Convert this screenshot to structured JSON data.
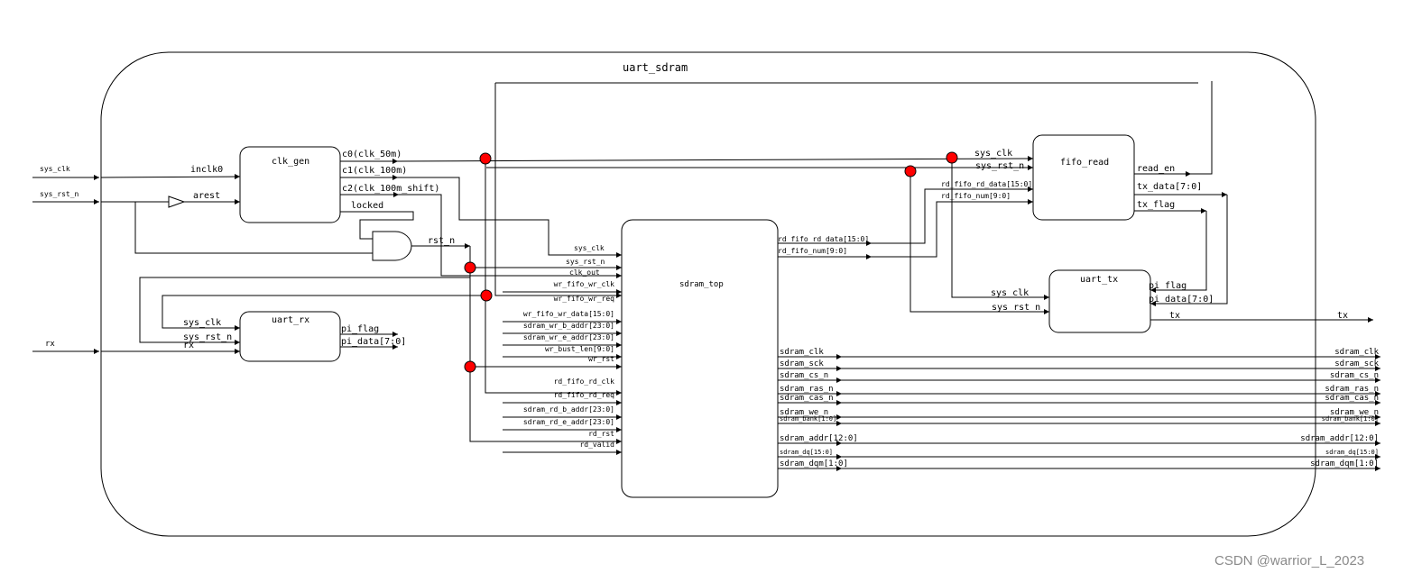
{
  "top_module": "uart_sdram",
  "modules": {
    "clk_gen": "clk_gen",
    "uart_rx": "uart_rx",
    "sdram_top": "sdram_top",
    "fifo_read": "fifo_read",
    "uart_tx": "uart_tx"
  },
  "inputs": [
    "sys_clk",
    "sys_rst_n",
    "rx"
  ],
  "clk_gen_ports": {
    "in": [
      "inclk0",
      "arest"
    ],
    "out": [
      "c0(clk_50m)",
      "c1(clk_100m)",
      "c2(clk_100m_shift)",
      "locked"
    ]
  },
  "rst_net": "rst_n",
  "uart_rx_ports": {
    "in": [
      "sys_clk",
      "sys_rst_n",
      "rx"
    ],
    "out": [
      "pi_flag",
      "pi_data[7:0]"
    ]
  },
  "sdram_top_in": [
    "sys_clk",
    "sys_rst_n",
    "clk_out",
    "wr_fifo_wr_clk",
    "wr_fifo_wr_req",
    "wr_fifo_wr_data[15:0]",
    "sdram_wr_b_addr[23:0]",
    "sdram_wr_e_addr[23:0]",
    "wr_bust_len[9:0]",
    "wr_rst",
    "rd_fifo_rd_clk",
    "rd_fifo_rd_req",
    "sdram_rd_b_addr[23:0]",
    "sdram_rd_e_addr[23:0]",
    "rd_rst",
    "rd_valid"
  ],
  "sdram_top_fifo_out": [
    "rd_fifo_rd_data[15:0]",
    "rd_fifo_num[9:0]"
  ],
  "sdram_pins": [
    "sdram_clk",
    "sdram_sck",
    "sdram_cs_n",
    "sdram_ras_n",
    "sdram_cas_n",
    "sdram_we_n",
    "sdram_bank[1:0]",
    "sdram_addr[12:0]",
    "sdram_dq[15:0]",
    "sdram_dqm[1:0]"
  ],
  "fifo_read_ports": {
    "in": [
      "sys_clk",
      "sys_rst_n",
      "rd_fifo_rd_data[15:0]",
      "rd_fifo_num[9:0]"
    ],
    "out": [
      "read_en",
      "tx_data[7:0]",
      "tx_flag"
    ]
  },
  "uart_tx_ports": {
    "in": [
      "sys_clk",
      "sys_rst_n",
      "pi_flag",
      "pi_data[7:0]"
    ],
    "out": [
      "tx"
    ]
  },
  "output_port": "tx",
  "watermark": "CSDN @warrior_L_2023",
  "colors": {
    "junction": "#ff0000",
    "line": "#000000",
    "watermark": "#8a8a8a"
  }
}
